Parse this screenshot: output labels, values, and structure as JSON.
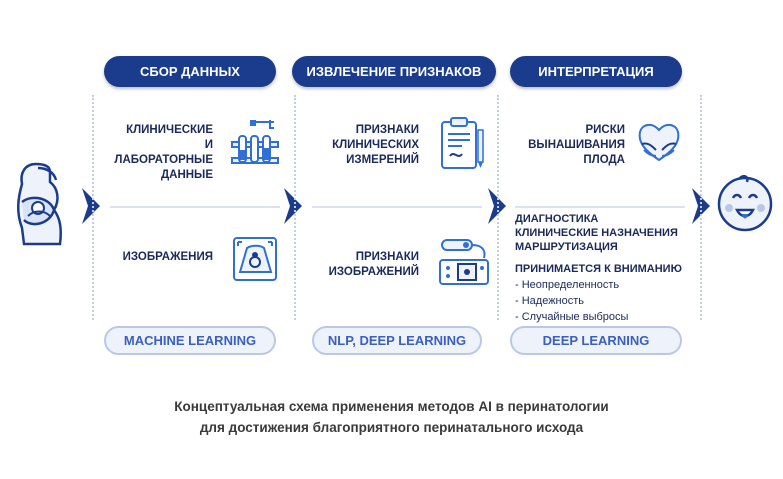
{
  "phases": {
    "collection": "СБОР ДАННЫХ",
    "extraction": "ИЗВЛЕЧЕНИЕ ПРИЗНАКОВ",
    "interpretation": "ИНТЕРПРЕТАЦИЯ"
  },
  "methods": {
    "collection": "MACHINE LEARNING",
    "extraction": "NLP, DEEP LEARNING",
    "interpretation": "DEEP LEARNING"
  },
  "labels": {
    "clinical_lab": "КЛИНИЧЕСКИЕ\nИ ЛАБОРАТОРНЫЕ\nДАННЫЕ",
    "images": "ИЗОБРАЖЕНИЯ",
    "clinical_features": "ПРИЗНАКИ\nКЛИНИЧЕСКИХ\nИЗМЕРЕНИЙ",
    "image_features": "ПРИЗНАКИ\nИЗОБРАЖЕНИЙ",
    "risks": "РИСКИ\nВЫНАШИВАНИЯ\nПЛОДА"
  },
  "interpretation": {
    "diag_lines": [
      "ДИАГНОСТИКА",
      "КЛИНИЧЕСКИЕ НАЗНАЧЕНИЯ",
      "МАРШРУТИЗАЦИЯ"
    ],
    "attention_title": "ПРИНИМАЕТСЯ К ВНИМАНИЮ",
    "attention_items": [
      "- Неопределенность",
      "- Надежность",
      "- Случайные выбросы"
    ]
  },
  "caption": {
    "line1": "Концептуальная схема применения методов AI в перинатологии",
    "line2": "для достижения благоприятного перинатального исхода"
  },
  "colors": {
    "navy": "#1b3c8c",
    "accent": "#2f6fd6",
    "pale": "#eef2fb"
  },
  "icons": [
    "pregnant-woman-icon",
    "lab-tubes-icon",
    "ultrasound-image-icon",
    "clipboard-icon",
    "ultrasound-device-icon",
    "heart-hands-icon",
    "baby-face-icon",
    "chevron-right-icon"
  ]
}
